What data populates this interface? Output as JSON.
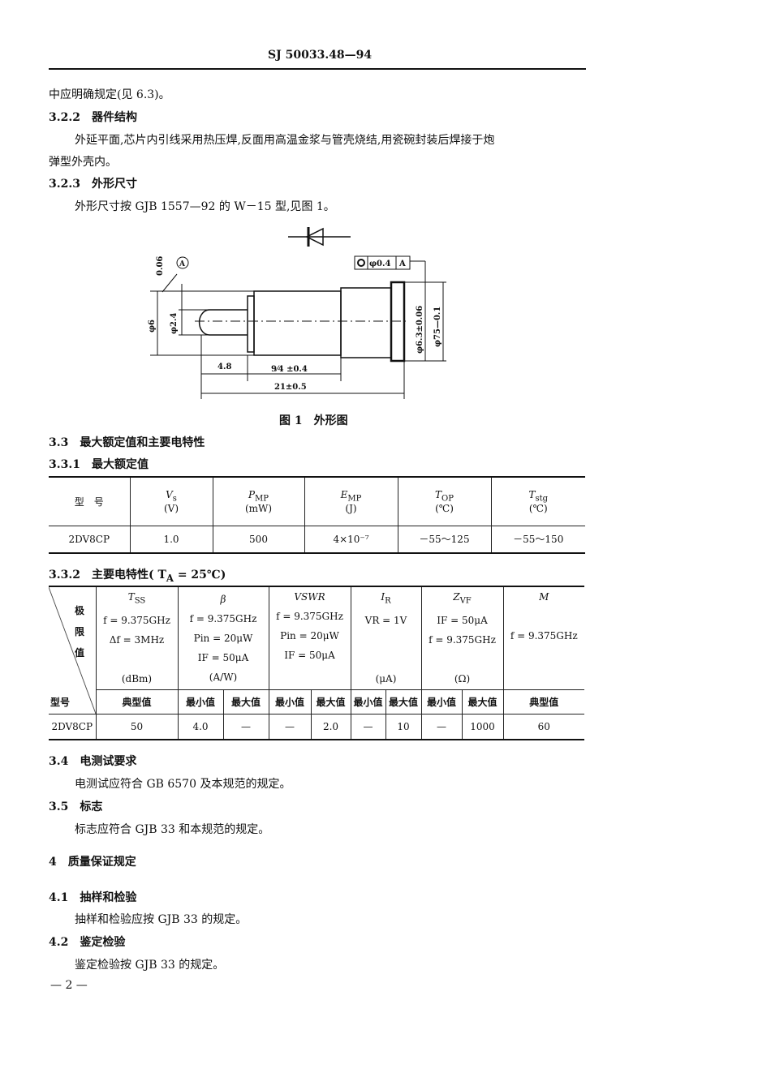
{
  "header": "SJ 50033.48—94",
  "body": {
    "p0": "中应明确规定(见 6.3)。",
    "s322": {
      "num": "3.2.2",
      "title": "器件结构"
    },
    "p322a": "外延平面,芯片内引线采用热压焊,反面用高温金浆与管壳烧结,用瓷碗封装后焊接于炮",
    "p322b": "弹型外壳内。",
    "s323": {
      "num": "3.2.3",
      "title": "外形尺寸"
    },
    "p323": "外形尺寸按 GJB 1557—92 的 W－15 型,见图 1。",
    "figure": {
      "caption": "图 1　外形图",
      "labels": {
        "tol": "0.06",
        "datum": "A",
        "d6": "φ6",
        "d24": "φ2.4",
        "len48": "4.8",
        "len94": "9⁄4 ±0.4",
        "len21": "21±0.5",
        "d63": "φ6.3±0.06",
        "d75": "φ75—0.1",
        "fcf_sym": "O",
        "fcf_tol": "φ0.4",
        "fcf_datum": "A"
      }
    },
    "s33": {
      "num": "3.3",
      "title": "最大额定值和主要电特性"
    },
    "s331": {
      "num": "3.3.1",
      "title": "最大额定值"
    },
    "table1": {
      "headers": [
        [
          "型　号",
          ""
        ],
        [
          "V",
          "(V)"
        ],
        [
          "P",
          "(mW)"
        ],
        [
          "E",
          "(J)"
        ],
        [
          "T",
          "(℃)"
        ],
        [
          "T",
          "(℃)"
        ]
      ],
      "subs": [
        "",
        "s",
        "MP",
        "MP",
        "OP",
        "stg"
      ],
      "row": [
        "2DV8CP",
        "1.0",
        "500",
        "4×10⁻⁷",
        "－55～125",
        "－55～150"
      ]
    },
    "s332": {
      "num": "3.3.2",
      "title": "主要电特性( T",
      "sub": "A",
      "rest": " = 25℃)"
    },
    "table2": {
      "corner_top": [
        "极",
        "限",
        "值"
      ],
      "corner_bottom": "型号",
      "params": [
        {
          "name": "T",
          "sub": "SS",
          "lines": [
            "f = 9.375GHz",
            "Δf = 3MHz",
            ""
          ],
          "unit": "(dBm)"
        },
        {
          "name": "β",
          "sub": "",
          "lines": [
            "f = 9.375GHz",
            "Pin = 20μW",
            "IF = 50μA"
          ],
          "unit": "(A/W)"
        },
        {
          "name": "VSWR",
          "sub": "",
          "lines": [
            "f = 9.375GHz",
            "Pin = 20μW",
            "IF = 50μA"
          ],
          "unit": ""
        },
        {
          "name": "I",
          "sub": "R",
          "lines": [
            "VR = 1V",
            "",
            ""
          ],
          "unit": "(μA)"
        },
        {
          "name": "Z",
          "sub": "VF",
          "lines": [
            "IF = 50μA",
            "f = 9.375GHz",
            ""
          ],
          "unit": "(Ω)"
        },
        {
          "name": "M",
          "sub": "",
          "lines": [
            "",
            "f = 9.375GHz",
            ""
          ],
          "unit": ""
        }
      ],
      "limits": [
        "典型值",
        "最小值",
        "最大值",
        "最小值",
        "最大值",
        "最小值",
        "最大值",
        "最小值",
        "最大值",
        "典型值"
      ],
      "row": [
        "2DV8CP",
        "50",
        "4.0",
        "—",
        "—",
        "2.0",
        "—",
        "10",
        "—",
        "1000",
        "60"
      ]
    },
    "s34": {
      "num": "3.4",
      "title": "电测试要求"
    },
    "p34": "电测试应符合 GB 6570 及本规范的规定。",
    "s35": {
      "num": "3.5",
      "title": "标志"
    },
    "p35": "标志应符合 GJB 33 和本规范的规定。",
    "s4": {
      "num": "4",
      "title": "质量保证规定"
    },
    "s41": {
      "num": "4.1",
      "title": "抽样和检验"
    },
    "p41": "抽样和检验应按 GJB 33 的规定。",
    "s42": {
      "num": "4.2",
      "title": "鉴定检验"
    },
    "p42": "鉴定检验按 GJB 33 的规定。"
  },
  "footer": {
    "page": "— 2 —"
  }
}
